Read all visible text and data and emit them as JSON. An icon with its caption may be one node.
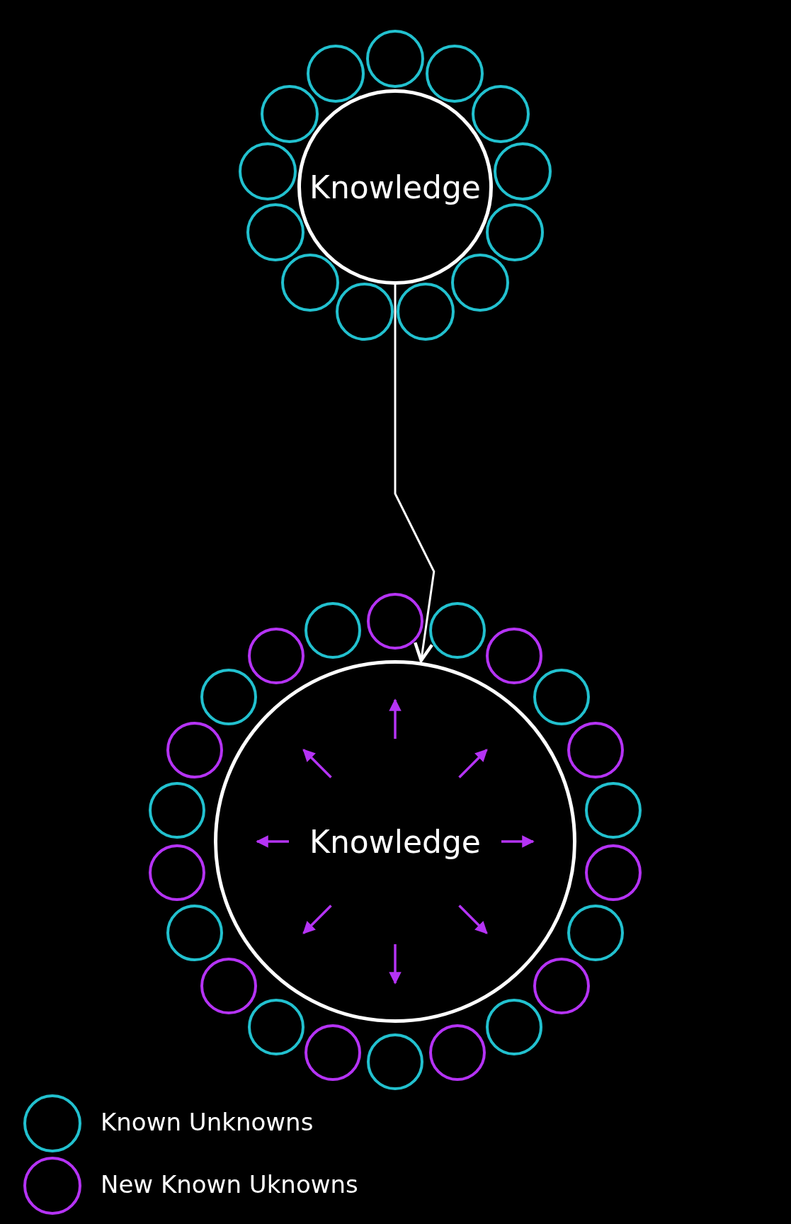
{
  "diagram": {
    "nodes": [
      {
        "text": [
          "Knowledge"
        ]
      },
      {
        "text": [],
        "shape": "circle"
      },
      {
        "text": [],
        "shape": "circle"
      },
      {
        "text": [],
        "shape": "circle"
      },
      {
        "text": [],
        "shape": "circle"
      },
      {
        "text": [],
        "shape": "circle"
      },
      {
        "text": [],
        "shape": "circle"
      },
      {
        "text": [],
        "shape": "circle"
      },
      {
        "text": [],
        "shape": "circle"
      },
      {
        "text": [],
        "shape": "circle"
      },
      {
        "text": [],
        "shape": "circle"
      },
      {
        "text": [],
        "shape": "circle"
      },
      {
        "text": [],
        "shape": "circle"
      },
      {
        "text": [],
        "shape": "circle"
      },
      {
        "text": [
          "Knowledge"
        ]
      },
      {
        "text": [],
        "shape": "circle"
      },
      {
        "text": [],
        "shape": "circle"
      },
      {
        "text": [],
        "shape": "circle"
      },
      {
        "text": [],
        "shape": "circle"
      },
      {
        "text": [],
        "shape": "circle"
      },
      {
        "text": [],
        "shape": "circle"
      },
      {
        "text": [],
        "shape": "circle"
      },
      {
        "text": [],
        "shape": "circle"
      },
      {
        "text": [],
        "shape": "circle"
      },
      {
        "text": [],
        "shape": "circle"
      },
      {
        "text": [],
        "shape": "circle"
      },
      {
        "text": [],
        "shape": "circle"
      },
      {
        "text": [],
        "shape": "circle"
      },
      {
        "text": [],
        "shape": "circle"
      },
      {
        "text": [],
        "shape": "circle"
      },
      {
        "text": [],
        "shape": "circle"
      },
      {
        "text": [],
        "shape": "circle"
      },
      {
        "text": [],
        "shape": "circle"
      },
      {
        "text": [],
        "shape": "circle"
      },
      {
        "text": [],
        "shape": "circle"
      },
      {
        "text": [],
        "shape": "circle"
      },
      {
        "text": [],
        "shape": "circle"
      }
    ],
    "edges": [
      {
        "from": 0,
        "to": 14,
        "arrow": "to"
      }
    ],
    "legend": [
      {
        "text": "Known Unknowns",
        "color": "#22c1cf"
      },
      {
        "text": "New Known Uknowns",
        "color": "#b533f5"
      }
    ]
  }
}
